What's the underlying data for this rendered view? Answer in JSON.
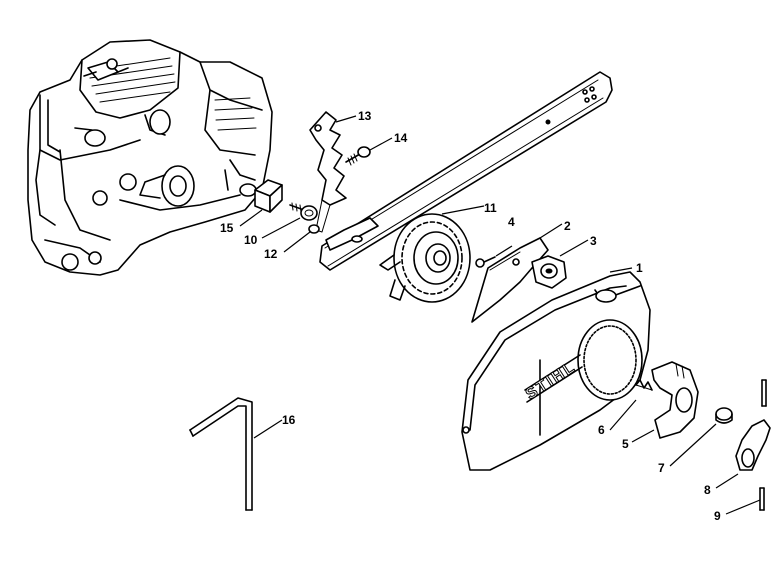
{
  "diagram": {
    "brand_mark": "STIHL",
    "callouts": [
      {
        "id": "c1",
        "number": "1"
      },
      {
        "id": "c2",
        "number": "2"
      },
      {
        "id": "c3",
        "number": "3"
      },
      {
        "id": "c4",
        "number": "4"
      },
      {
        "id": "c5",
        "number": "5"
      },
      {
        "id": "c6",
        "number": "6"
      },
      {
        "id": "c7",
        "number": "7"
      },
      {
        "id": "c8",
        "number": "8"
      },
      {
        "id": "c9",
        "number": "9"
      },
      {
        "id": "c10",
        "number": "10"
      },
      {
        "id": "c11",
        "number": "11"
      },
      {
        "id": "c12",
        "number": "12"
      },
      {
        "id": "c13",
        "number": "13"
      },
      {
        "id": "c14",
        "number": "14"
      },
      {
        "id": "c15",
        "number": "15"
      },
      {
        "id": "c16",
        "number": "16"
      }
    ]
  }
}
